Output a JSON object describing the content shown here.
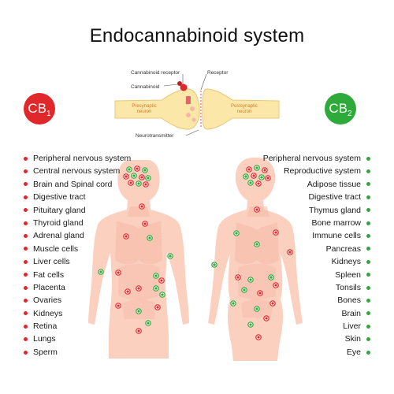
{
  "title": "Endocannabinoid system",
  "colors": {
    "cb1": "#e0282a",
    "cb2": "#2eaa3a",
    "body_fill": "#fbd0bf",
    "organ_fill": "#f6b9a6",
    "neuron_fill": "#fbe8a8"
  },
  "cb1": {
    "label": "CB",
    "sub": "1"
  },
  "cb2": {
    "label": "CB",
    "sub": "2"
  },
  "synapse": {
    "cannabinoid_receptor": "Cannabinoid receptor",
    "cannabinoid": "Cannabinoid",
    "receptor": "Receptor",
    "presynaptic_1": "Presynaptic",
    "presynaptic_2": "neuron",
    "postsynaptic_1": "Postsynaptic",
    "postsynaptic_2": "neuron",
    "neurotransmitter": "Neurotransmitter"
  },
  "cb1_list": [
    "Peripheral nervous system",
    "Central nervous system",
    "Brain and Spinal cord",
    "Digestive tract",
    "Pituitary gland",
    "Thyroid gland",
    "Adrenal gland",
    "Muscle cells",
    "Liver cells",
    "Fat cells",
    "Placenta",
    "Ovaries",
    "Kidneys",
    "Retina",
    "Lungs",
    "Sperm"
  ],
  "cb2_list": [
    "Peripheral nervous system",
    "Reproductive system",
    "Adipose tissue",
    "Digestive tract",
    "Thymus gland",
    "Bone marrow",
    "Immune cells",
    "Pancreas",
    "Kidneys",
    "Spleen",
    "Tonsils",
    "Bones",
    "Brain",
    "Liver",
    "Skin",
    "Eye"
  ]
}
